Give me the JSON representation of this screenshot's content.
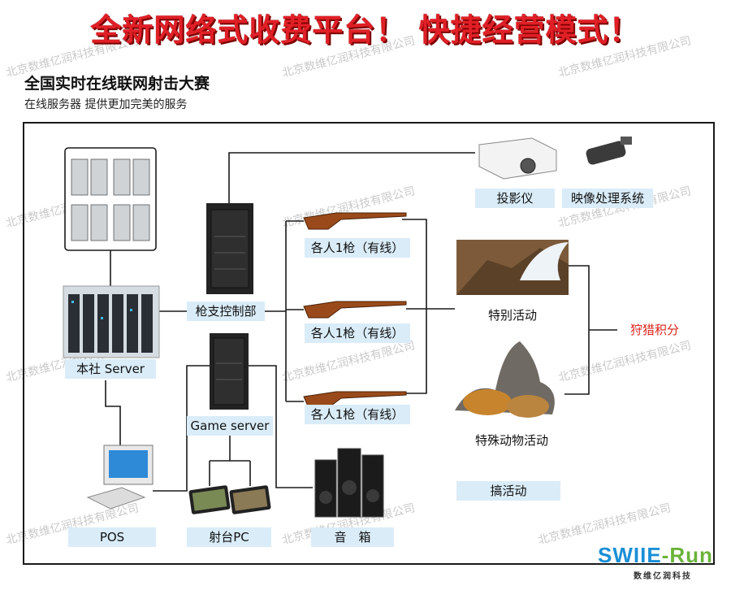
{
  "banner": "全新网络式收费平台！ 快捷经营模式！",
  "heading": "全国实时在线联网射击大赛",
  "subheading": "在线服务器 提供更加完美的服务",
  "labels": {
    "projector": "投影仪",
    "video_system": "映像处理系统",
    "gun_control": "枪支控制部",
    "rifle_1": "各人1枪（有线）",
    "rifle_2": "各人1枪（有线）",
    "rifle_3": "各人1枪（有线）",
    "special_event": "特别活动",
    "special_animal_event": "特殊动物活动",
    "hunting_points": "狩猎积分",
    "main_server": "本社 Server",
    "game_server": "Game server",
    "pos": "POS",
    "shooting_pc": "射台PC",
    "speakers": "音　箱",
    "promo_event": "搞活动"
  },
  "watermark": "北京数维亿润科技有限公司",
  "logo": {
    "text_a": "SWIIE",
    "text_b": "-Run",
    "caption": "数维亿润科技"
  },
  "colors": {
    "banner": "#e01f26",
    "label_bg": "#d9ecf8",
    "accent_red": "#d9241b",
    "logo_blue": "#1a8fd6",
    "logo_green": "#6ab33a"
  }
}
